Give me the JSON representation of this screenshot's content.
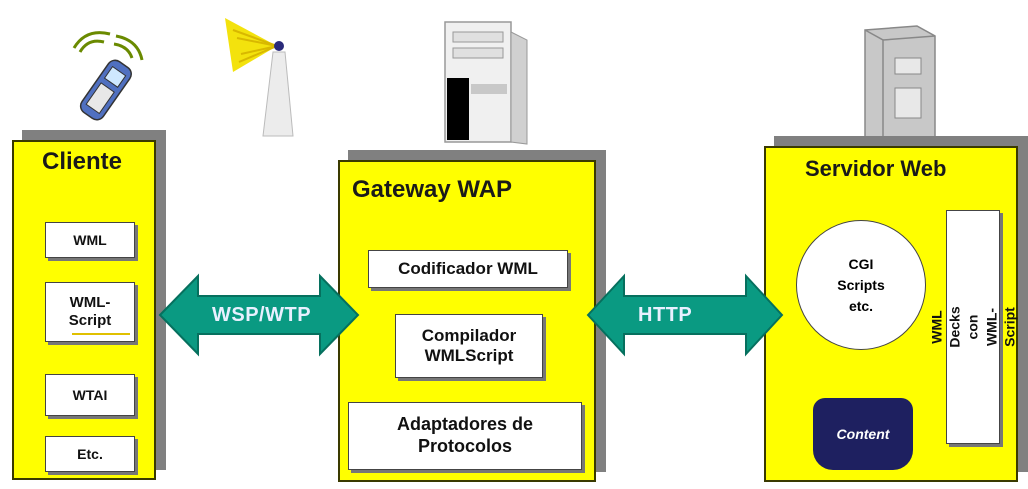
{
  "cliente": {
    "title": "Cliente",
    "items": [
      "WML",
      "WML-\nScript",
      "WTAI",
      "Etc."
    ]
  },
  "gateway": {
    "title": "Gateway WAP",
    "items": [
      "Codificador WML",
      "Compilador\nWMLScript",
      "Adaptadores de\nProtocolos"
    ]
  },
  "servidor": {
    "title": "Servidor Web",
    "cgi": "CGI\nScripts\netc.",
    "decks": "WML Decks\ncon WML-Script",
    "content": "Content"
  },
  "arrows": {
    "left": "WSP/WTP",
    "right": "HTTP"
  },
  "colors": {
    "panel": "#ffff00",
    "arrow": "#0a9a82",
    "badge": "#1e2060"
  },
  "icons": [
    "mobile-phone-icon",
    "antenna-tower-icon",
    "gateway-server-icon",
    "web-server-icon"
  ]
}
